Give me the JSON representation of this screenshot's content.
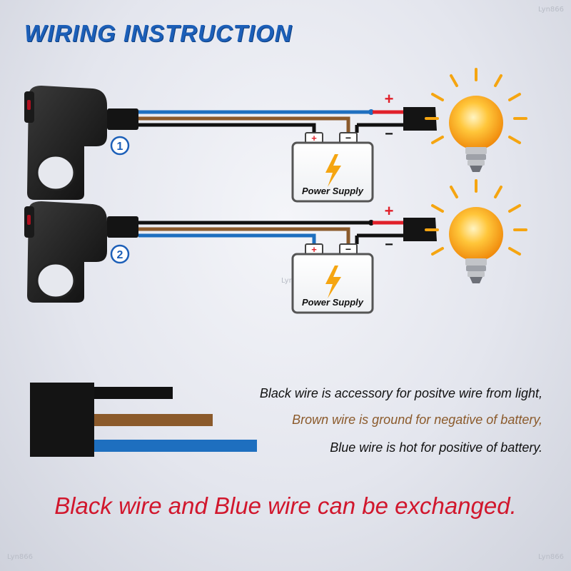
{
  "title": "WIRING INSTRUCTION",
  "watermark": "Lyn866",
  "diagrams": [
    {
      "number": "1",
      "power_supply_label": "Power Supply",
      "plus_sign": "+",
      "minus_sign": "−",
      "battery_positive": "+",
      "battery_negative": "−"
    },
    {
      "number": "2",
      "power_supply_label": "Power Supply",
      "plus_sign": "+",
      "minus_sign": "−",
      "battery_positive": "+",
      "battery_negative": "−"
    }
  ],
  "legend": {
    "black_wire": "Black wire is accessory for positve wire from light,",
    "brown_wire": "Brown wire is ground for negative of battery,",
    "blue_wire": "Blue wire is hot for positive of battery."
  },
  "note": "Black wire and Blue wire can be exchanged.",
  "colors": {
    "title": "#1c5fb8",
    "black_wire": "#111111",
    "brown_wire": "#8b5a2b",
    "blue_wire": "#1e6fbf",
    "red_wire": "#e0202a",
    "note": "#d1172d",
    "bulb_glow": "#ffb21e"
  }
}
